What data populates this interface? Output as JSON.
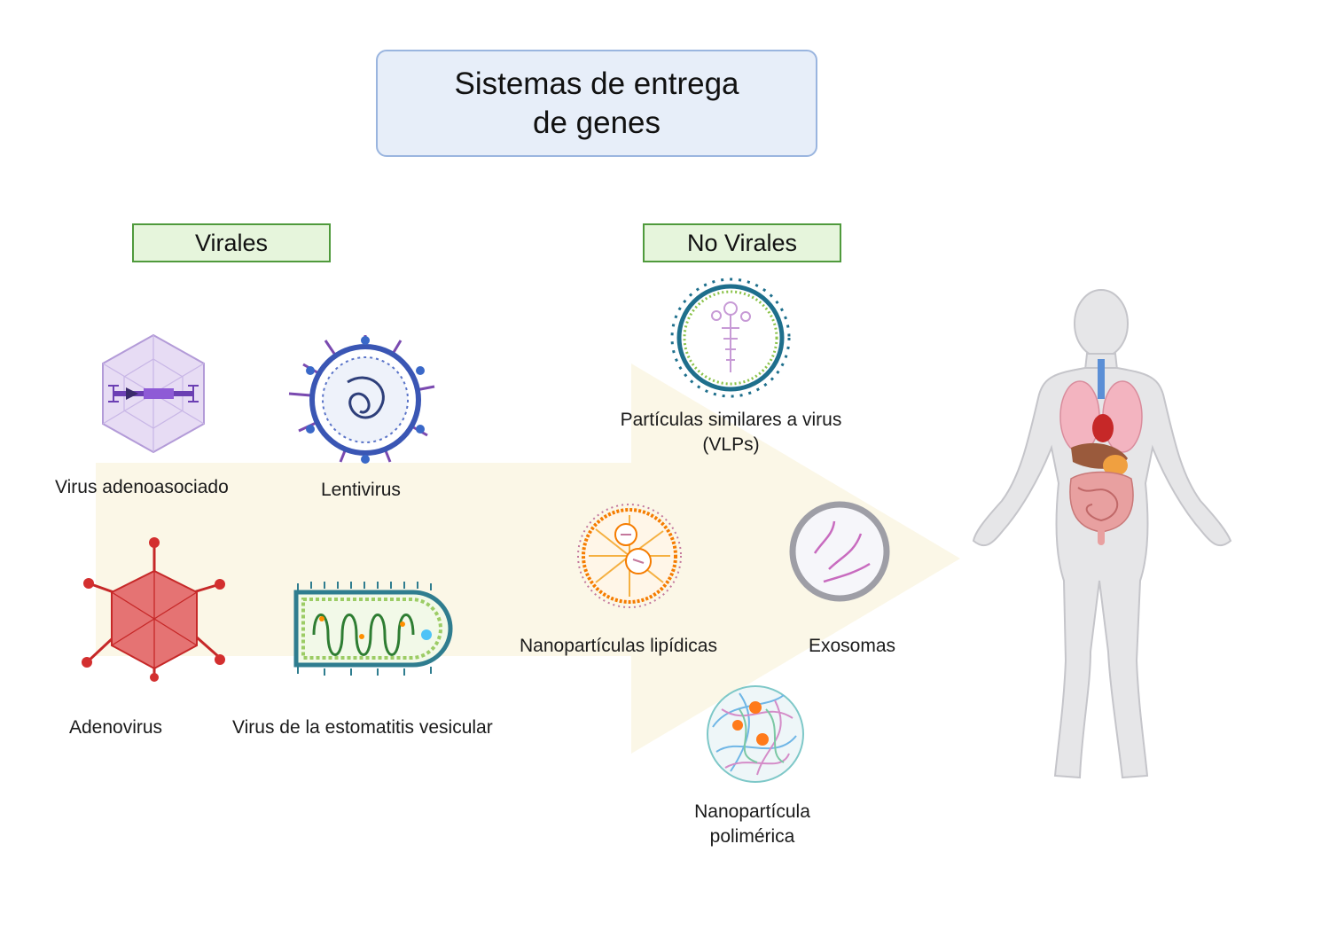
{
  "title": "Sistemas de entrega de genes",
  "categories": {
    "viral": "Virales",
    "non_viral": "No Virales"
  },
  "viral_items": [
    {
      "label": "Virus adenoasociado",
      "icon": "aav-icon"
    },
    {
      "label": "Lentivirus",
      "icon": "lentivirus-icon"
    },
    {
      "label": "Adenovirus",
      "icon": "adenovirus-icon"
    },
    {
      "label": "Virus de la estomatitis vesicular",
      "icon": "vsv-icon"
    }
  ],
  "non_viral_items": [
    {
      "label_line1": "Partículas similares a virus",
      "label_line2": "(VLPs)",
      "icon": "vlp-icon"
    },
    {
      "label": "Nanopartículas lipídicas",
      "icon": "lipid-nanoparticle-icon"
    },
    {
      "label": "Exosomas",
      "icon": "exosome-icon"
    },
    {
      "label_line1": "Nanopartícula",
      "label_line2": "polimérica",
      "icon": "polymeric-nanoparticle-icon"
    }
  ],
  "target": {
    "icon": "human-body-icon"
  },
  "colors": {
    "arrow": "#fbf7e7",
    "title_fill": "#e7eef9",
    "title_border": "#9ab5df",
    "category_fill": "#e6f5dc",
    "category_border": "#4f9a3c"
  }
}
